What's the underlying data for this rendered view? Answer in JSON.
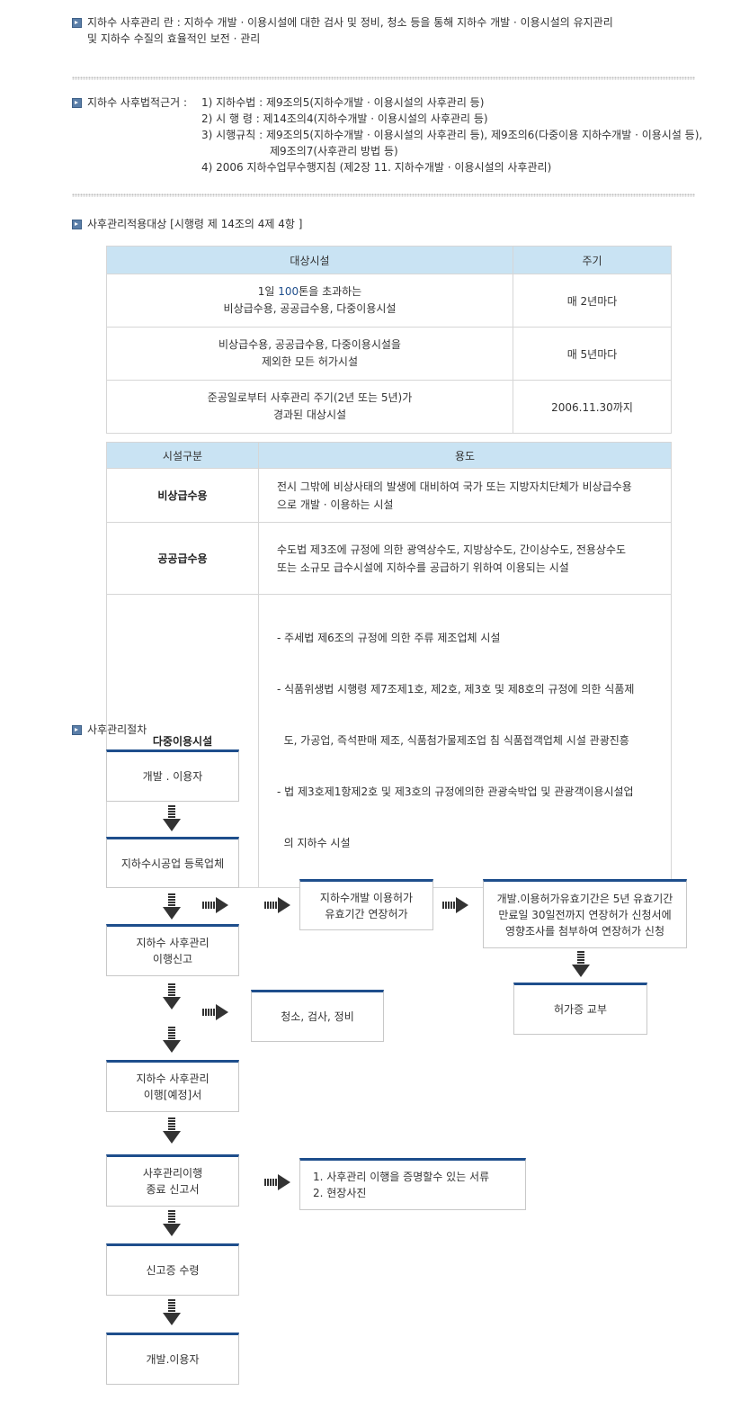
{
  "intro": {
    "line1": "지하수 사후관리 란 : 지하수 개발 · 이용시설에 대한 검사 및 정비, 청소 등을 통해 지하수 개발 · 이용시설의 유지관리",
    "line2": "및 지하수 수질의 효율적인 보전 · 관리"
  },
  "legal": {
    "label": "지하수 사후법적근거 :",
    "items": [
      "1) 지하수법 : 제9조의5(지하수개발 · 이용시설의 사후관리 등)",
      "2) 시 행 령 : 제14조의4(지하수개발 · 이용시설의 사후관리 등)",
      "3) 시행규칙 : 제9조의5(지하수개발 · 이용시설의 사후관리 등), 제9조의6(다중이용 지하수개발 · 이용시설 등),",
      "제9조의7(사후관리 방법 등)",
      "4) 2006 지하수업무수행지침 (제2장 11. 지하수개발 · 이용시설의 사후관리)"
    ]
  },
  "target": {
    "heading": "사후관리적용대상 [시행령 제 14조의 4제 4항 ]",
    "headers": [
      "대상시설",
      "주기"
    ],
    "rows": [
      {
        "pre": "1일 ",
        "hl": "100",
        "post": "톤을 초과하는",
        "line2": "비상급수용, 공공급수용, 다중이용시설",
        "cycle": "매 2년마다"
      },
      {
        "pre": "비상급수용, 공공급수용, 다중이용시설을",
        "hl": "",
        "post": "",
        "line2": "제외한 모든 허가시설",
        "cycle": "매 5년마다"
      },
      {
        "pre": "준공일로부터 사후관리 주기(2년 또는 5년)가",
        "hl": "",
        "post": "",
        "line2": "경과된 대상시설",
        "cycle": "2006.11.30까지"
      }
    ]
  },
  "facility": {
    "headers": [
      "시설구분",
      "용도"
    ],
    "rows": [
      {
        "name": "비상급수용",
        "lines": [
          "전시 그밖에 비상사태의 발생에 대비하여 국가 또는 지방자치단체가 비상급수용",
          "으로 개발 · 이용하는 시설"
        ]
      },
      {
        "name": "공공급수용",
        "lines": [
          "수도법 제3조에 규정에 의한 광역상수도, 지방상수도, 간이상수도, 전용상수도",
          "또는 소규모 급수시설에 지하수를 공급하기 위하여 이용되는 시설"
        ]
      },
      {
        "name": "다중이용시설",
        "lines": [
          "- 주세법 제6조의 규정에 의한 주류 제조업체 시설",
          "- 식품위생법 시행령 제7조제1호, 제2호, 제3호 및 제8호의 규정에 의한 식품제",
          "  도, 가공업, 즉석판매 제조, 식품첨가물제조업 침 식품접객업체 시설 관광진흥",
          "- 법 제3호제1항제2호 및 제3호의 규정에의한 관광숙박업 및 관광객이용시설업",
          "  의 지하수 시설"
        ]
      }
    ]
  },
  "procedure": {
    "heading": "사후관리절차",
    "boxes": {
      "b1": "개발 . 이용자",
      "b2": "지하수시공업 등록업체",
      "b3": "지하수 사후관리\n이행신고",
      "b4": "지하수 사후관리\n이행[예정]서",
      "b5": "사후관리이행\n종료 신고서",
      "b6": "신고증 수령",
      "b7": "개발.이용자",
      "r1": "지하수개발 이용허가\n유효기간 연장허가",
      "r2": "개발.이용허가유효기간은 5년 유효기간\n만료일 30일전까지 연장허가 신청서에\n영향조사를 첨부하여 연장허가 신청",
      "r3": "허가증 교부",
      "r4": "청소, 검사, 정비",
      "r5": "1. 사후관리 이행을 증명할수 있는 서류\n2. 현장사진"
    }
  }
}
